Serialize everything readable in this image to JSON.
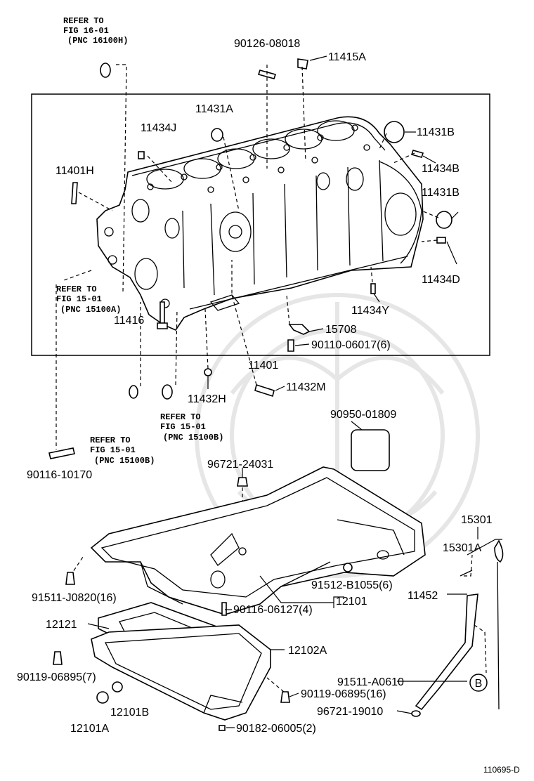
{
  "refs": {
    "fig1601": [
      "REFER TO",
      "FIG 16-01",
      "(PNC 16100H)"
    ],
    "fig1501a": [
      "REFER TO",
      "FIG 15-01",
      "(PNC 15100A)"
    ],
    "fig1501b_right": [
      "REFER TO",
      "FIG 15-01",
      "(PNC 15100B)"
    ],
    "fig1501b_left": [
      "REFER TO",
      "FIG 15-01",
      "(PNC 15100B)"
    ]
  },
  "labels": {
    "p90126_08018": "90126-08018",
    "p11415a": "11415A",
    "p11431a": "11431A",
    "p11434j": "11434J",
    "p11431b_top": "11431B",
    "p11434b": "11434B",
    "p11401h": "11401H",
    "p11431b_mid": "11431B",
    "p11434d": "11434D",
    "p11416": "11416",
    "p11434y": "11434Y",
    "p15708": "15708",
    "p90110_06017": "90110-06017(6)",
    "p11401": "11401",
    "p11432m": "11432M",
    "p11432h": "11432H",
    "p90950_01809": "90950-01809",
    "p90116_10170": "90116-10170",
    "p96721_24031": "96721-24031",
    "p15301": "15301",
    "p15301a": "15301A",
    "p91512_b1055": "91512-B1055(6)",
    "p11452": "11452",
    "p91511_j0820": "91511-J0820(16)",
    "p90116_06127": "90116-06127(4)",
    "p12101": "12101",
    "p12121": "12121",
    "p12102a": "12102A",
    "p90119_06895_7": "90119-06895(7)",
    "p91511_a0610": "91511-A0610",
    "p90119_06895_16": "90119-06895(16)",
    "p96721_19010": "96721-19010",
    "p12101b": "12101B",
    "p12101a": "12101A",
    "p90182_06005": "90182-06005(2)",
    "callout_b": "B",
    "figure_id": "110695-D"
  }
}
